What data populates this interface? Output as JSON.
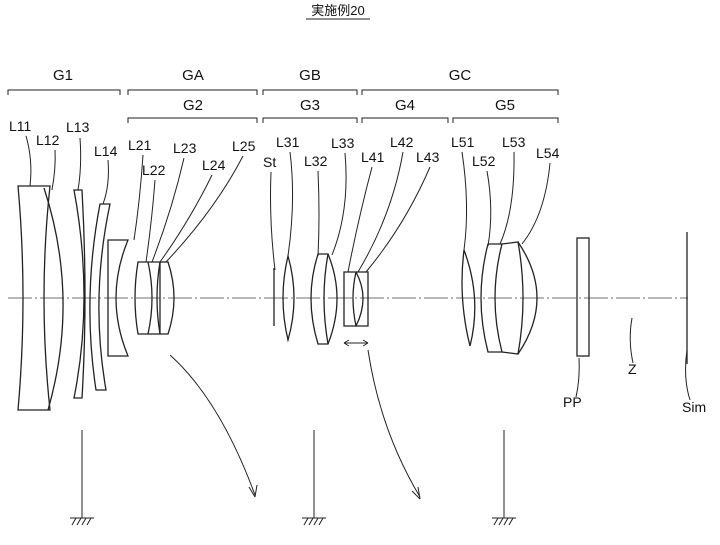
{
  "title": "実施例20",
  "groups_top": [
    "G1",
    "GA",
    "GB",
    "GC"
  ],
  "groups_mid": [
    "G2",
    "G3",
    "G4",
    "G5"
  ],
  "lens_labels": {
    "g1": [
      "L11",
      "L12",
      "L13",
      "L14"
    ],
    "g2": [
      "L21",
      "L22",
      "L23",
      "L24",
      "L25"
    ],
    "g3": [
      "St",
      "L31",
      "L32",
      "L33"
    ],
    "g4": [
      "L41",
      "L42",
      "L43"
    ],
    "g5": [
      "L51",
      "L52",
      "L53",
      "L54"
    ]
  },
  "other_labels": [
    "PP",
    "Z",
    "Sim"
  ]
}
